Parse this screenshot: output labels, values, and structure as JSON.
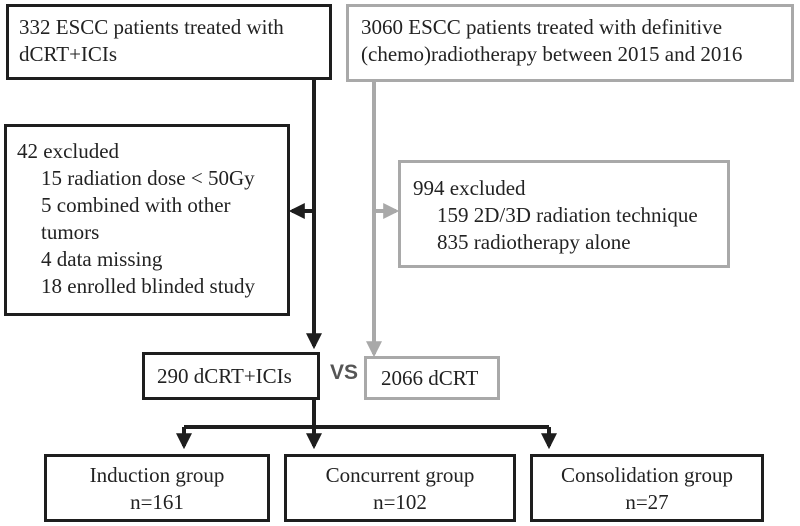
{
  "source_a": {
    "line1": "332 ESCC patients treated with",
    "line2": "dCRT+ICIs"
  },
  "source_b": {
    "line1": "3060 ESCC patients treated with definitive",
    "line2": "(chemo)radiotherapy between 2015 and 2016"
  },
  "excluded_a": {
    "title": "42 excluded",
    "items": [
      "15 radiation dose < 50Gy",
      "5 combined with other",
      "tumors",
      "4 data missing",
      "18 enrolled blinded study"
    ]
  },
  "excluded_b": {
    "title": "994 excluded",
    "items": [
      "159 2D/3D radiation technique",
      "835 radiotherapy alone"
    ]
  },
  "cohort_a": "290 dCRT+ICIs",
  "versus": "VS",
  "cohort_b": "2066 dCRT",
  "groups": [
    {
      "name": "Induction group",
      "n": "n=161"
    },
    {
      "name": "Concurrent group",
      "n": "n=102"
    },
    {
      "name": "Consolidation group",
      "n": "n=27"
    }
  ],
  "colors": {
    "primary_line": "#1e1e1e",
    "secondary_line": "#a9a9a9"
  }
}
